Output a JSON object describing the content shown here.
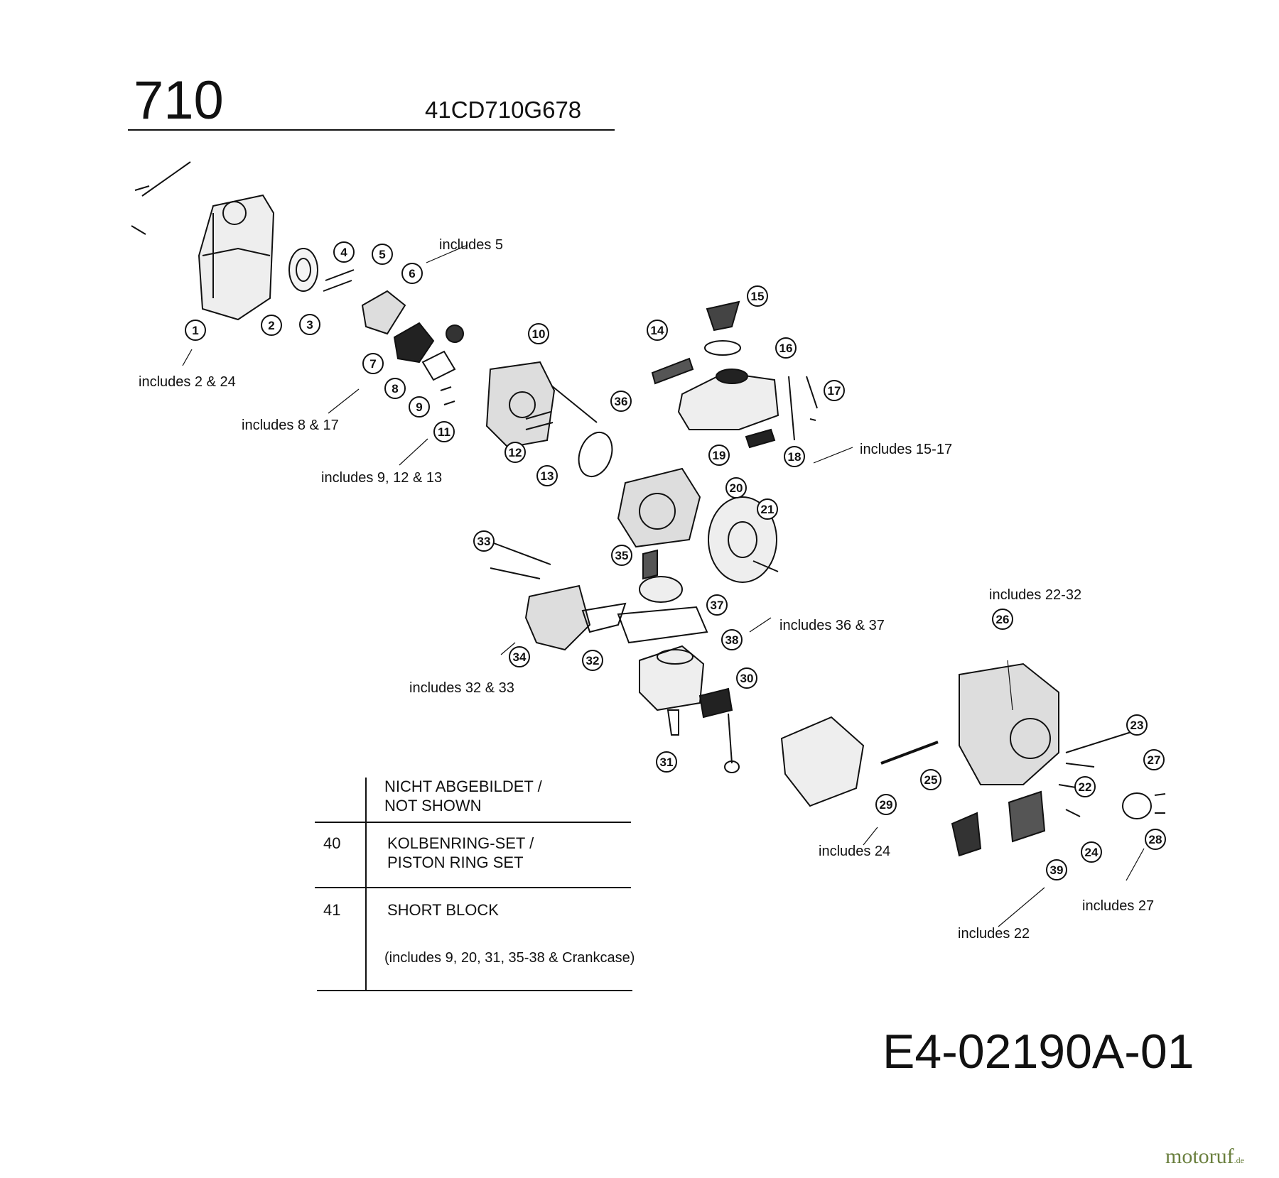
{
  "header": {
    "model": "710",
    "code": "41CD710G678"
  },
  "document_code": "E4-02190A-01",
  "brand": {
    "name": "motoruf",
    "tld": ".de"
  },
  "callouts": [
    "1",
    "2",
    "3",
    "4",
    "5",
    "6",
    "7",
    "8",
    "9",
    "10",
    "11",
    "12",
    "13",
    "14",
    "15",
    "16",
    "17",
    "18",
    "19",
    "20",
    "21",
    "22",
    "23",
    "24",
    "25",
    "26",
    "27",
    "28",
    "29",
    "30",
    "31",
    "32",
    "33",
    "34",
    "35",
    "36",
    "37",
    "38",
    "39"
  ],
  "notes": {
    "n1": "includes 2 & 24",
    "n2": "includes 5",
    "n3": "includes 8 & 17",
    "n4": "includes 9, 12 & 13",
    "n5": "includes 15-17",
    "n6": "includes 22-32",
    "n7": "includes 36 & 37",
    "n8": "includes 32 & 33",
    "n9": "includes 24",
    "n10": "includes 27",
    "n11": "includes 22"
  },
  "not_shown_table": {
    "heading_line1": "NICHT ABGEBILDET /",
    "heading_line2": "NOT SHOWN",
    "rows": [
      {
        "num": "40",
        "line1": "KOLBENRING-SET /",
        "line2": "PISTON RING SET",
        "line3": ""
      },
      {
        "num": "41",
        "line1": "SHORT BLOCK",
        "line2": "",
        "line3": "(includes 9, 20, 31, 35-38 & Crankcase)"
      }
    ]
  }
}
